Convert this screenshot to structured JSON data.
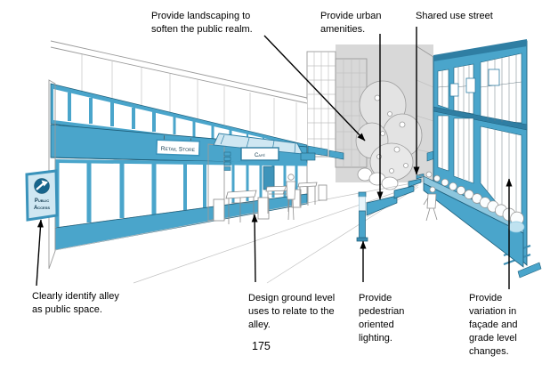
{
  "page": {
    "number": "175"
  },
  "figure": {
    "annotations": {
      "landscaping": "Provide landscaping to soften the public realm.",
      "urban_amenities": "Provide urban amenities.",
      "shared_use_street": "Shared use street",
      "public_space": "Clearly identify alley as public space.",
      "ground_level": "Design ground level uses to relate to the alley.",
      "lighting": "Provide pedestrian oriented lighting.",
      "facade_variation": "Provide variation in façade and grade level changes."
    },
    "signs": {
      "public_access_line1": "Public",
      "public_access_line2": "Access",
      "retail_store": "Retail Store",
      "cafe": "Café"
    },
    "colors": {
      "accent_blue": "#4AA5CB",
      "medium_blue": "#3B8DB2",
      "dark_blue": "#17658C",
      "light_blue": "#CFE7F2",
      "background_grey": "#D8D8D8",
      "annotation_black": "#000000"
    }
  }
}
